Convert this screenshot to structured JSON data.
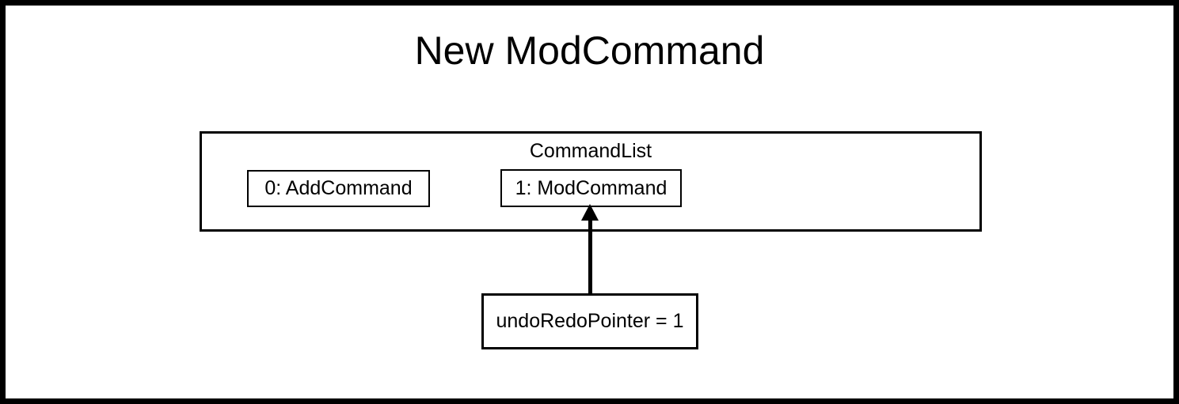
{
  "title": "New ModCommand",
  "diagram": {
    "command_list": {
      "label": "CommandList",
      "items": [
        {
          "label": "0: AddCommand"
        },
        {
          "label": "1: ModCommand"
        }
      ]
    },
    "pointer": {
      "label": "undoRedoPointer = 1"
    },
    "arrow": {
      "name": "arrow-up",
      "from": "undoRedoPointer box",
      "to": "1: ModCommand"
    }
  },
  "colors": {
    "background": "#ffffff",
    "line": "#000000",
    "text": "#000000"
  }
}
